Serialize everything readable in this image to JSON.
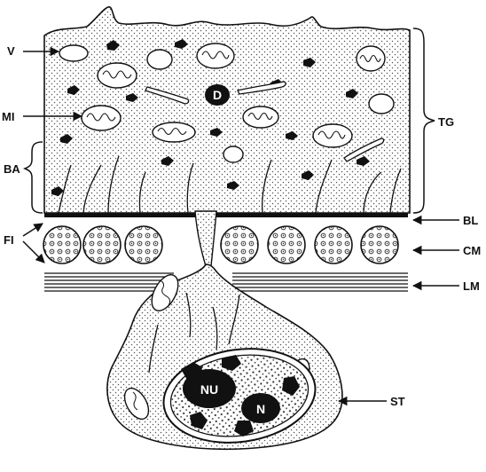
{
  "diagram": {
    "labels": {
      "v": "V",
      "mi": "MI",
      "ba": "BA",
      "fi": "FI",
      "tg": "TG",
      "bl": "BL",
      "cm": "CM",
      "lm": "LM",
      "st": "ST",
      "d": "D",
      "nu": "NU",
      "n": "N"
    },
    "colors": {
      "ink": "#111111",
      "stipple": "#555555",
      "paper": "#ffffff"
    }
  }
}
